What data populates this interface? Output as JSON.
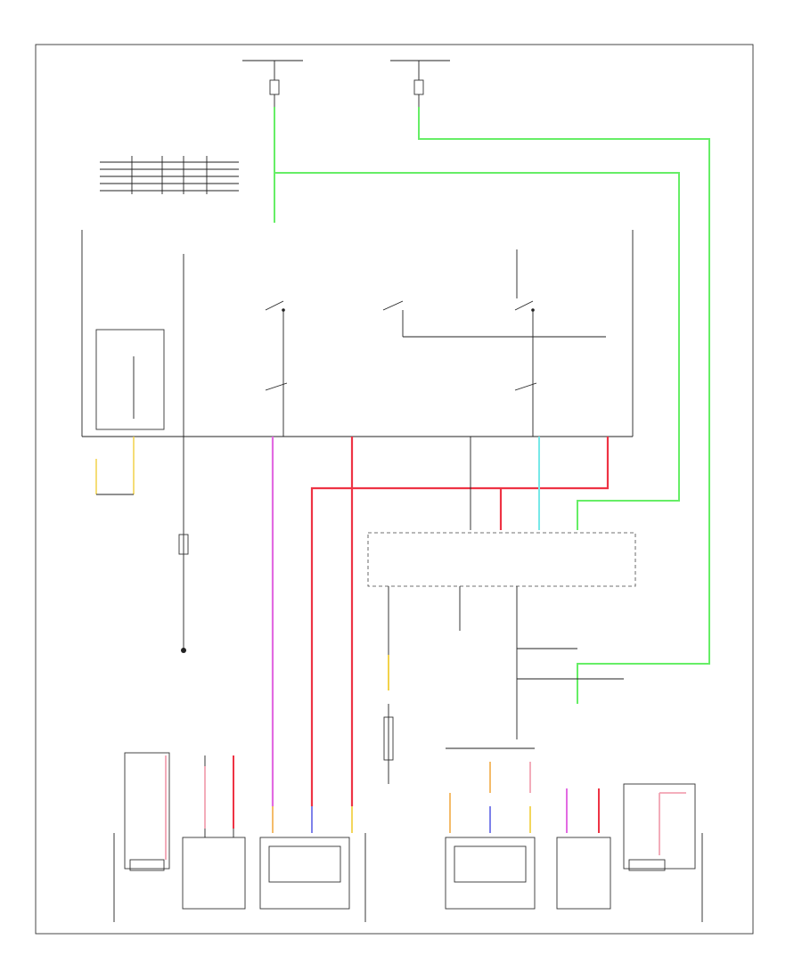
{
  "diagram": {
    "footer_code": "",
    "colors": {
      "green": "#66ee66",
      "magenta": "#e26be2",
      "red": "#ee3344",
      "pink": "#f2a3b3",
      "cyan": "#77e8e8",
      "yellow": "#f2d24a",
      "blue": "#6f73e8",
      "orange": "#f3b45a",
      "wire": "#222222"
    },
    "text_blocks": [],
    "icons": [
      "ground-symbol",
      "fuse-symbol",
      "switch-contact",
      "motor-symbol",
      "bulb-symbol"
    ]
  }
}
